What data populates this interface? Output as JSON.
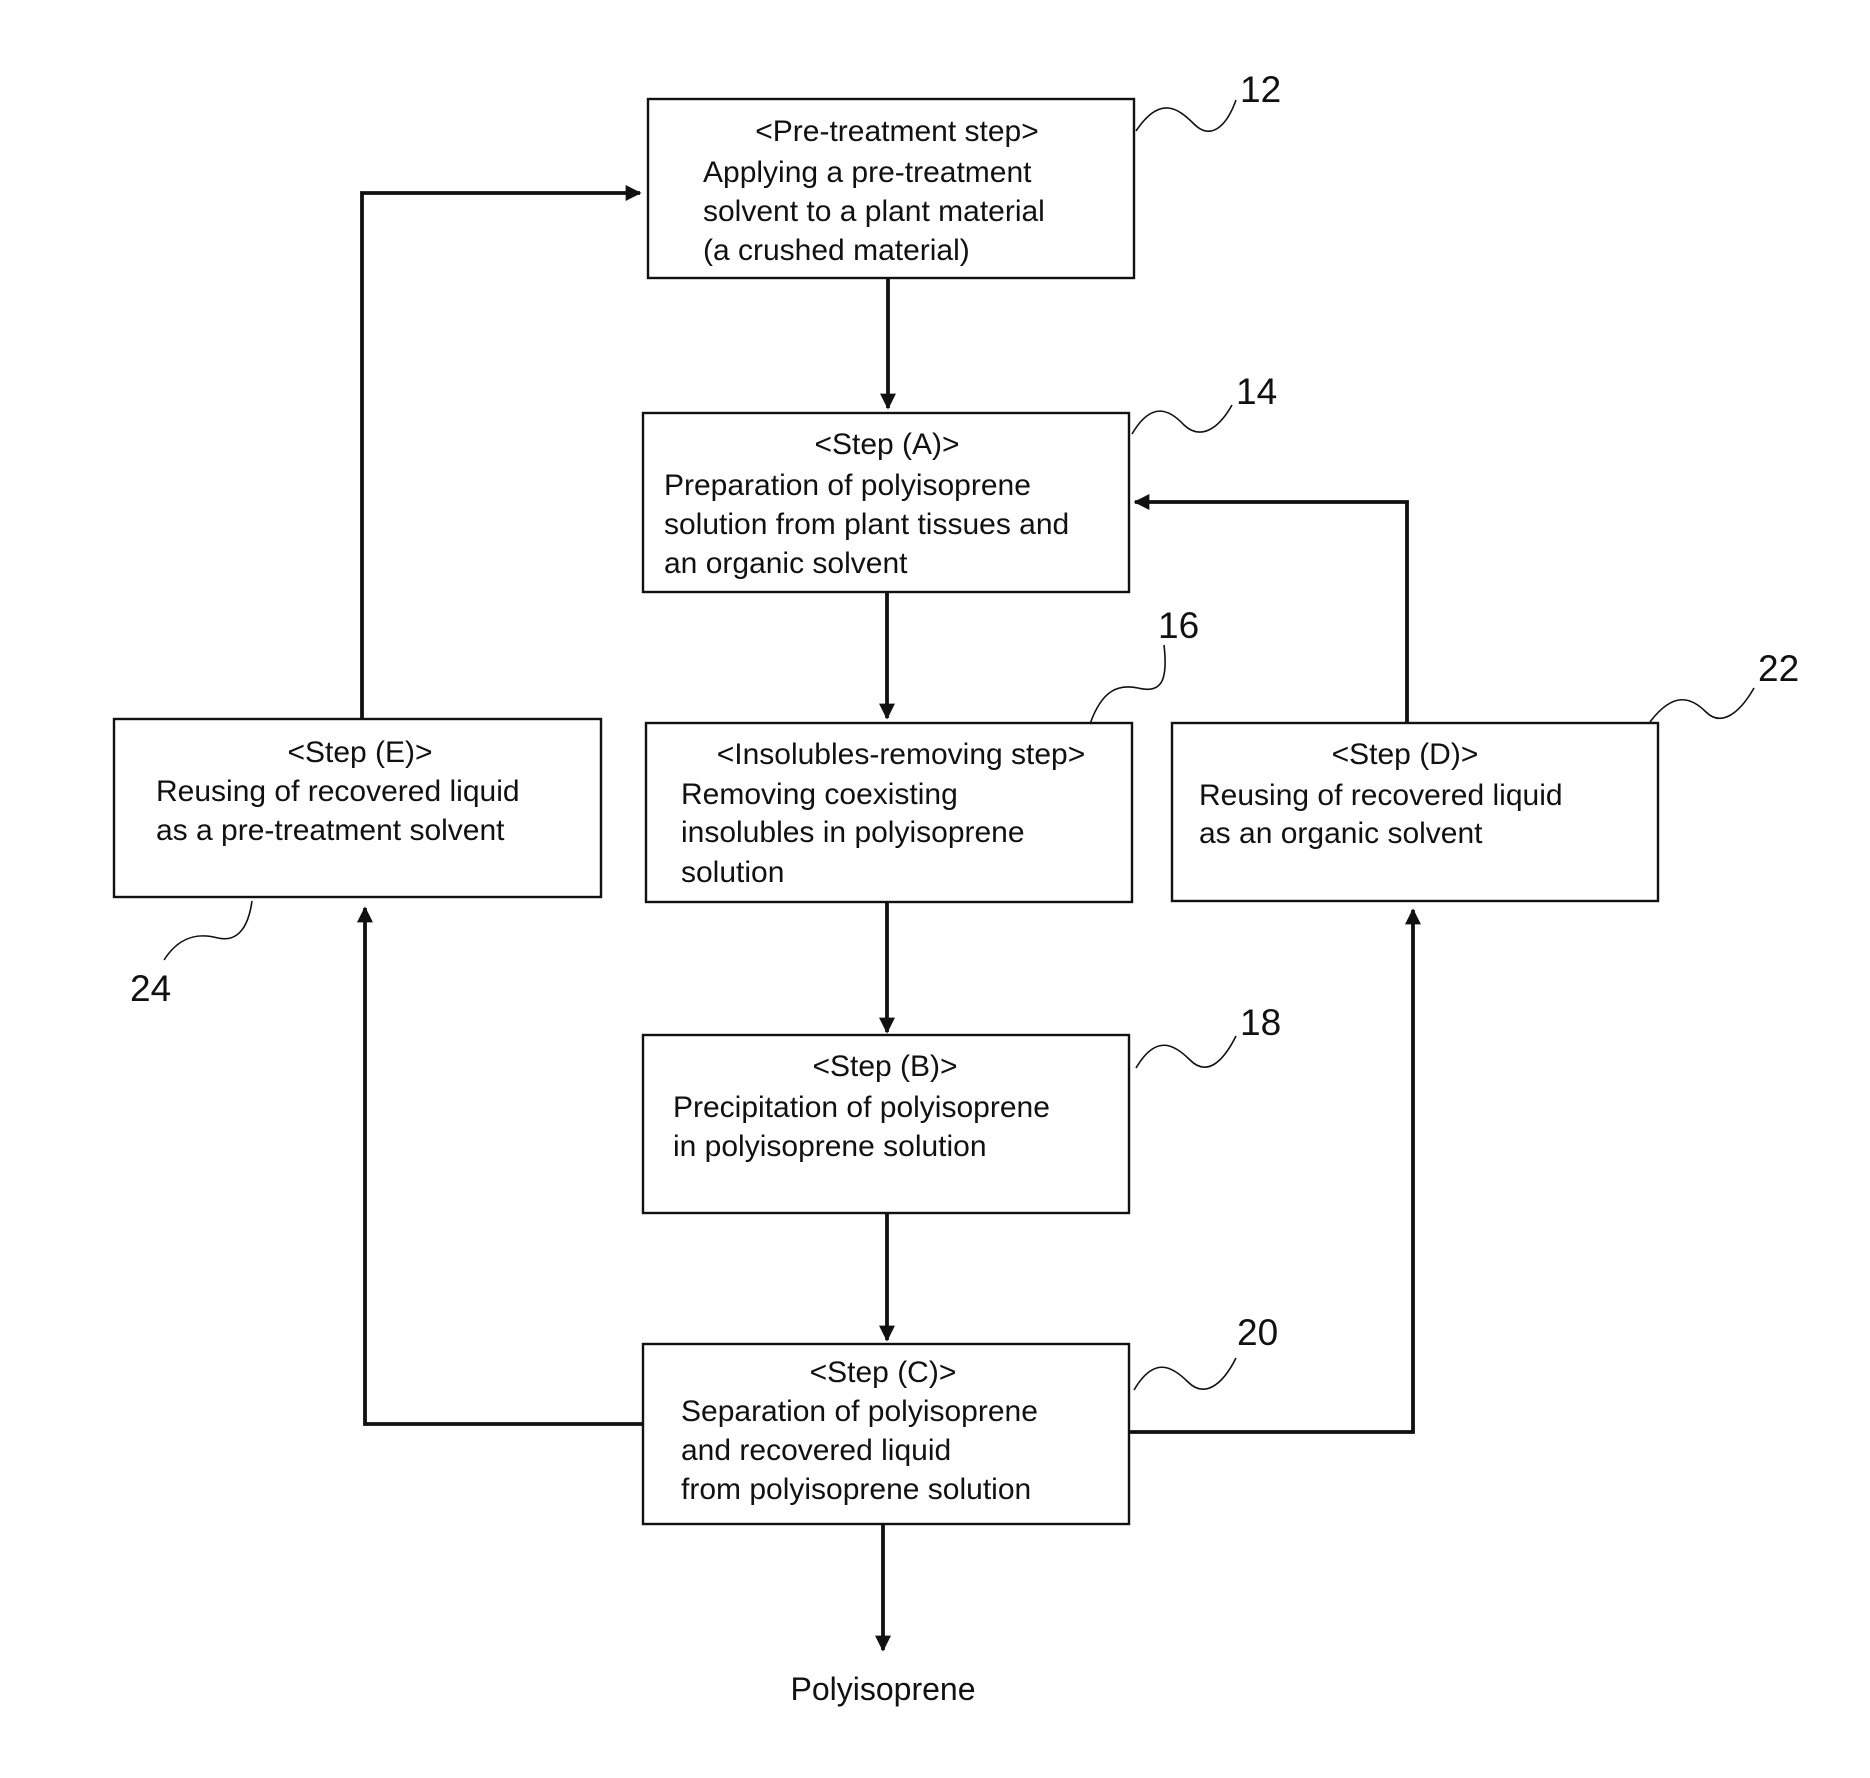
{
  "boxes": {
    "pretreatment": {
      "title": "<Pre-treatment step>",
      "lines": [
        "Applying a pre-treatment",
        "solvent to a plant material",
        "(a crushed material)"
      ],
      "ref": "12"
    },
    "step_a": {
      "title": "<Step (A)>",
      "lines": [
        "Preparation of polyisoprene",
        "solution from plant tissues and",
        "an organic solvent"
      ],
      "ref": "14"
    },
    "insolubles": {
      "title": "<Insolubles-removing step>",
      "lines": [
        "Removing coexisting",
        "insolubles in polyisoprene",
        "solution"
      ],
      "ref": "16"
    },
    "step_b": {
      "title": "<Step (B)>",
      "lines": [
        "Precipitation of polyisoprene",
        "in polyisoprene solution"
      ],
      "ref": "18"
    },
    "step_c": {
      "title": "<Step (C)>",
      "lines": [
        "Separation of polyisoprene",
        "and recovered liquid",
        "from polyisoprene solution"
      ],
      "ref": "20"
    },
    "step_d": {
      "title": "<Step (D)>",
      "lines": [
        "Reusing of recovered liquid",
        "as an organic solvent"
      ],
      "ref": "22"
    },
    "step_e": {
      "title": "<Step (E)>",
      "lines": [
        "Reusing of recovered liquid",
        "as a pre-treatment solvent"
      ],
      "ref": "24"
    }
  },
  "output_label": "Polyisoprene"
}
